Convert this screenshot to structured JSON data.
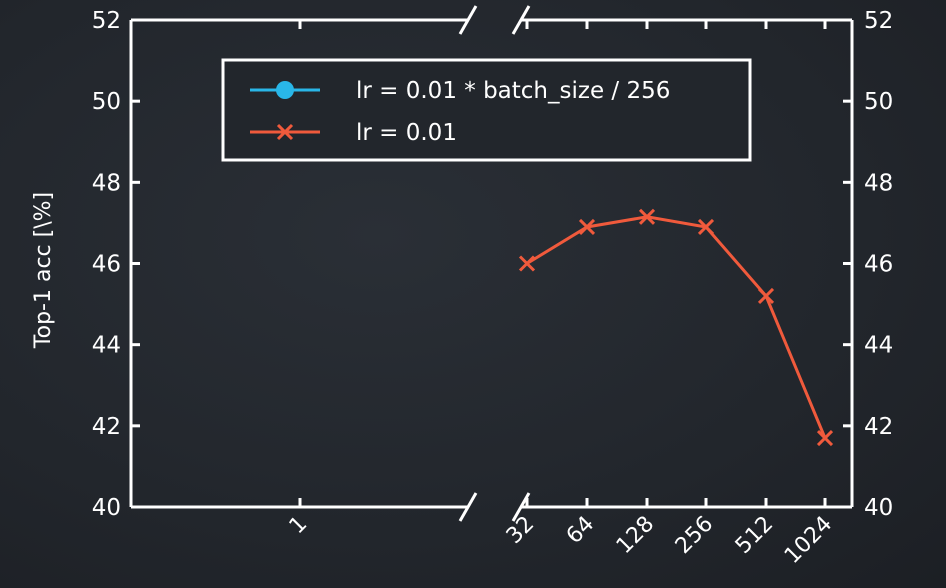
{
  "chart_data": {
    "type": "line",
    "ylabel": "Top-1 acc [\\%]",
    "ylim": [
      40,
      52
    ],
    "yticks": [
      40,
      42,
      44,
      46,
      48,
      50,
      52
    ],
    "broken_x_axis": true,
    "left_segment_categories": [
      "1"
    ],
    "right_segment_categories": [
      "32",
      "64",
      "128",
      "256",
      "512",
      "1024"
    ],
    "grid": false,
    "legend_position": "top-center",
    "series": [
      {
        "name": "lr = 0.01 * batch_size / 256",
        "color": "#29b6e8",
        "marker": "circle",
        "x": [],
        "y": []
      },
      {
        "name": "lr = 0.01",
        "color": "#f05a3c",
        "marker": "x",
        "x": [
          "32",
          "64",
          "128",
          "256",
          "512",
          "1024"
        ],
        "y": [
          46.0,
          46.9,
          47.15,
          46.9,
          45.2,
          41.7
        ]
      }
    ]
  }
}
